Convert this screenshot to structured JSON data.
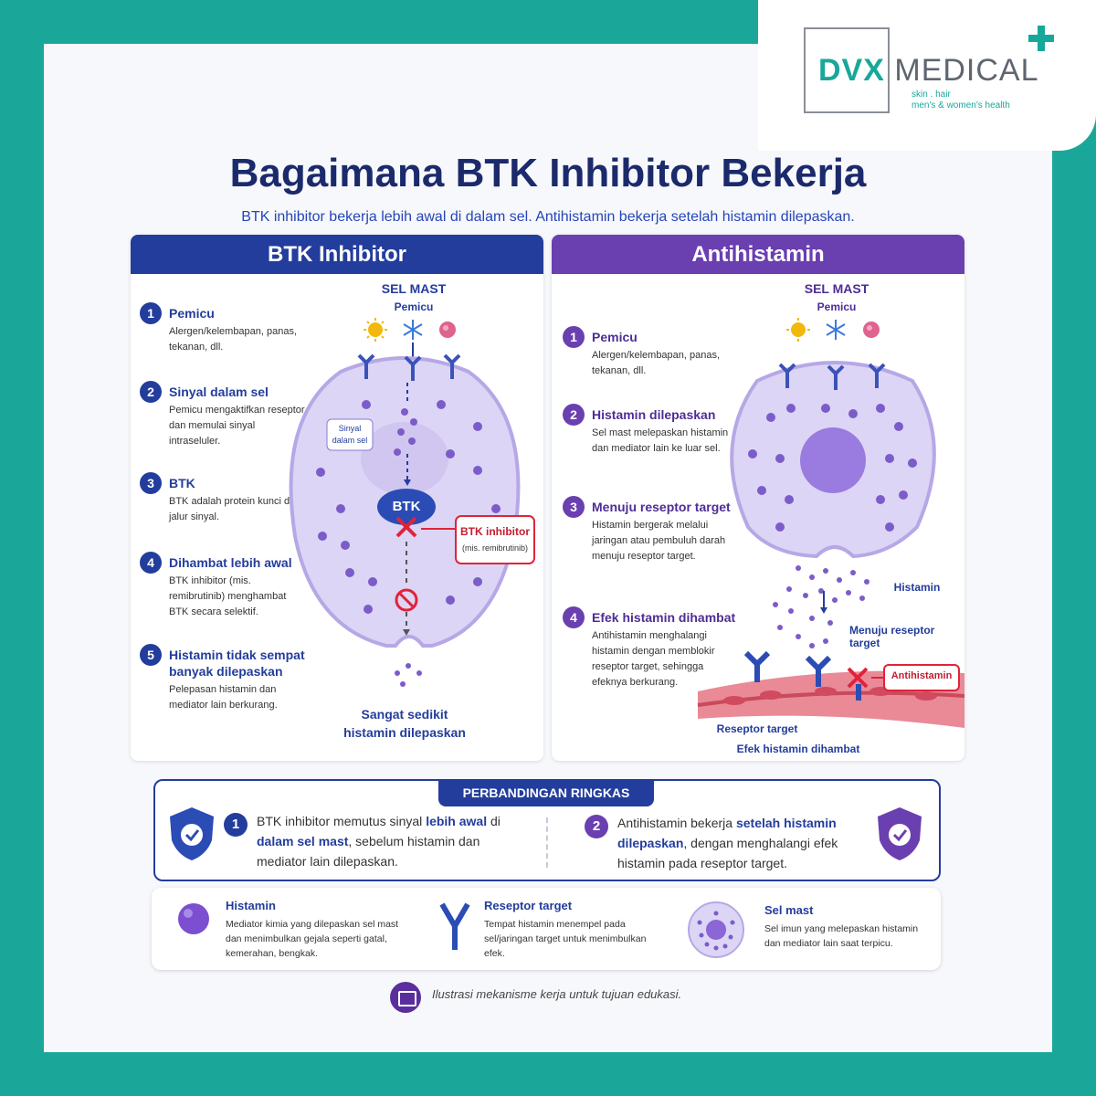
{
  "brand": {
    "name_part1": "DVX",
    "name_part2": "MEDICAL",
    "tagline1": "skin . hair",
    "tagline2": "men's & women's health"
  },
  "title": "Bagaimana BTK Inhibitor Bekerja",
  "subtitle": "BTK inhibitor bekerja lebih awal di dalam sel. Antihistamin bekerja setelah histamin dilepaskan.",
  "left_panel": {
    "header": "BTK Inhibitor",
    "cell_label": "SEL MAST",
    "trigger_label": "Pemicu",
    "signal_label": "Sinyal dalam sel",
    "btk_label": "BTK",
    "inhibitor_label": "BTK inhibitor",
    "inhibitor_example": "(mis. remibrutinib)",
    "result_label": "Sangat sedikit histamin dilepaskan",
    "steps": [
      {
        "num": "1",
        "title": "Pemicu",
        "text": "Alergen/kelembapan, panas, tekanan, dll."
      },
      {
        "num": "2",
        "title": "Sinyal dalam sel",
        "text": "Pemicu mengaktifkan reseptor dan memulai sinyal intraseluler."
      },
      {
        "num": "3",
        "title": "BTK",
        "text": "BTK adalah protein kunci di jalur sinyal."
      },
      {
        "num": "4",
        "title": "Dihambat lebih awal",
        "text": "BTK inhibitor (mis. remibrutinib) menghambat BTK secara selektif."
      },
      {
        "num": "5",
        "title": "Histamin tidak sempat banyak dilepaskan",
        "text": "Pelepasan histamin dan mediator lain berkurang."
      }
    ]
  },
  "right_panel": {
    "header": "Antihistamin",
    "cell_label": "SEL MAST",
    "trigger_label": "Pemicu",
    "histamine_label": "Histamin",
    "toward_label": "Menuju reseptor target",
    "antihistamine_label": "Antihistamin",
    "receptor_label": "Reseptor target",
    "effect_label": "Efek histamin dihambat",
    "steps": [
      {
        "num": "1",
        "title": "Pemicu",
        "text": "Alergen/kelembapan, panas, tekanan, dll."
      },
      {
        "num": "2",
        "title": "Histamin dilepaskan",
        "text": "Sel mast melepaskan histamin dan mediator lain ke luar sel."
      },
      {
        "num": "3",
        "title": "Menuju reseptor target",
        "text": "Histamin bergerak melalui jaringan atau pembuluh darah menuju reseptor target."
      },
      {
        "num": "4",
        "title": "Efek histamin dihambat",
        "text": "Antihistamin menghalangi histamin dengan memblokir reseptor target, sehingga efeknya berkurang."
      }
    ]
  },
  "comparison": {
    "header": "PERBANDINGAN RINGKAS",
    "item1": {
      "num": "1",
      "part1": "BTK inhibitor memutus sinyal ",
      "bold1": "lebih awal",
      "part2": " di ",
      "bold2": "dalam sel mast",
      "part3": ", sebelum histamin dan mediator lain dilepaskan."
    },
    "item2": {
      "num": "2",
      "part1": "Antihistamin bekerja ",
      "bold1": "setelah histamin dilepaskan",
      "part2": ", dengan menghalangi efek histamin pada reseptor target."
    }
  },
  "legend": [
    {
      "title": "Histamin",
      "text": "Mediator kimia yang dilepaskan sel mast dan menimbulkan gejala seperti gatal, kemerahan, bengkak."
    },
    {
      "title": "Reseptor target",
      "text": "Tempat histamin menempel pada sel/jaringan target untuk menimbulkan efek."
    },
    {
      "title": "Sel mast",
      "text": "Sel imun yang melepaskan histamin dan mediator lain saat terpicu."
    }
  ],
  "footer": "Ilustrasi mekanisme kerja untuk tujuan edukasi.",
  "colors": {
    "teal": "#1aa79a",
    "navy": "#233d9c",
    "purple": "#6a3fb0",
    "cell_fill": "#d9d2f3",
    "granule": "#7b5cc9"
  }
}
